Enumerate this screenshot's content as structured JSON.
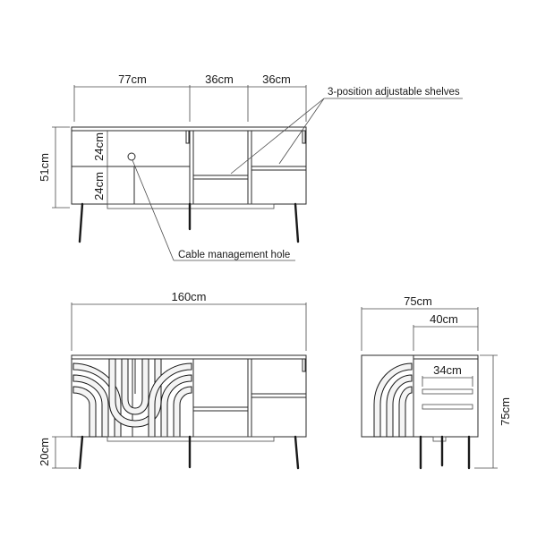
{
  "dimensions": {
    "top_width_left": "77cm",
    "top_width_mid": "36cm",
    "top_width_right": "36cm",
    "front_height": "51cm",
    "shelf_upper_height": "24cm",
    "shelf_lower_height": "24cm",
    "total_width": "160cm",
    "leg_height": "20cm",
    "side_depth": "75cm",
    "side_inner_depth": "40cm",
    "side_shelf_depth": "34cm",
    "side_height": "75cm"
  },
  "callouts": {
    "shelves": "3-position adjustable shelves",
    "cable": "Cable management hole"
  }
}
